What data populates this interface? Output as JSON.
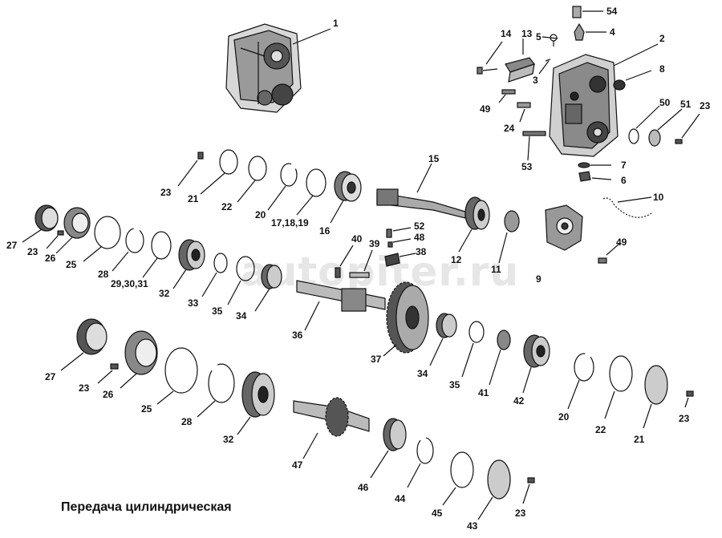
{
  "caption": "Передача цилиндрическая",
  "watermark": "autopiter.ru",
  "labels": {
    "l1": "1",
    "l2": "2",
    "l3": "3",
    "l4": "4",
    "l5": "5",
    "l6": "6",
    "l7": "7",
    "l8": "8",
    "l9": "9",
    "l10": "10",
    "l11": "11",
    "l12": "12",
    "l13": "13",
    "l14": "14",
    "l15": "15",
    "l16": "16",
    "l171819": "17,18,19",
    "l20a": "20",
    "l20b": "20",
    "l21a": "21",
    "l21b": "21",
    "l22a": "22",
    "l22b": "22",
    "l23a": "23",
    "l23b": "23",
    "l23c": "23",
    "l23d": "23",
    "l23e": "23",
    "l23f": "23",
    "l24": "24",
    "l25a": "25",
    "l25b": "25",
    "l26a": "26",
    "l26b": "26",
    "l27a": "27",
    "l27b": "27",
    "l28a": "28",
    "l28b": "28",
    "l293031": "29,30,31",
    "l32a": "32",
    "l32b": "32",
    "l33": "33",
    "l34a": "34",
    "l34b": "34",
    "l35a": "35",
    "l35b": "35",
    "l36": "36",
    "l37": "37",
    "l38": "38",
    "l39": "39",
    "l40": "40",
    "l41": "41",
    "l42": "42",
    "l43": "43",
    "l44": "44",
    "l45": "45",
    "l46": "46",
    "l47": "47",
    "l48": "48",
    "l49a": "49",
    "l49b": "49",
    "l50": "50",
    "l51": "51",
    "l52": "52",
    "l53": "53",
    "l54": "54"
  },
  "colors": {
    "ink": "#111111",
    "watermark": "#e6e6e6",
    "background": "#ffffff"
  }
}
